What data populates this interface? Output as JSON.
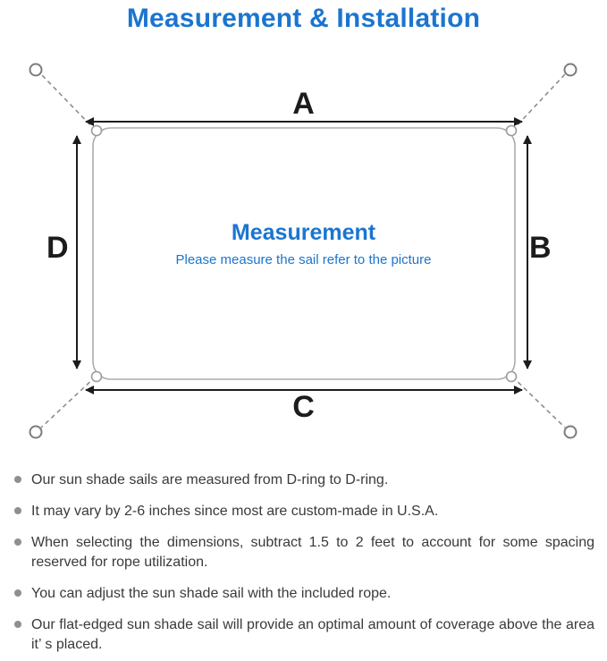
{
  "title": "Measurement & Installation",
  "diagram": {
    "labels": {
      "top": "A",
      "right": "B",
      "bottom": "C",
      "left": "D"
    },
    "center_title": "Measurement",
    "center_subtitle": "Please measure the sail refer to the picture"
  },
  "bullets": [
    {
      "text": "Our sun shade sails are measured from D-ring to D-ring."
    },
    {
      "text": "It may vary by 2-6 inches since most are custom-made in U.S.A."
    },
    {
      "text": "When selecting the dimensions, subtract 1.5 to 2 feet to account for some spacing reserved for rope utilization."
    },
    {
      "text": "You can adjust the sun shade sail with the included rope."
    },
    {
      "text": "Our flat-edged sun shade sail will provide an optimal amount of coverage above the area it’ s placed."
    }
  ],
  "colors": {
    "accent_blue": "#1b75cf",
    "bullet_gray": "#8f8f8f",
    "line_dark": "#1c1c1c"
  }
}
